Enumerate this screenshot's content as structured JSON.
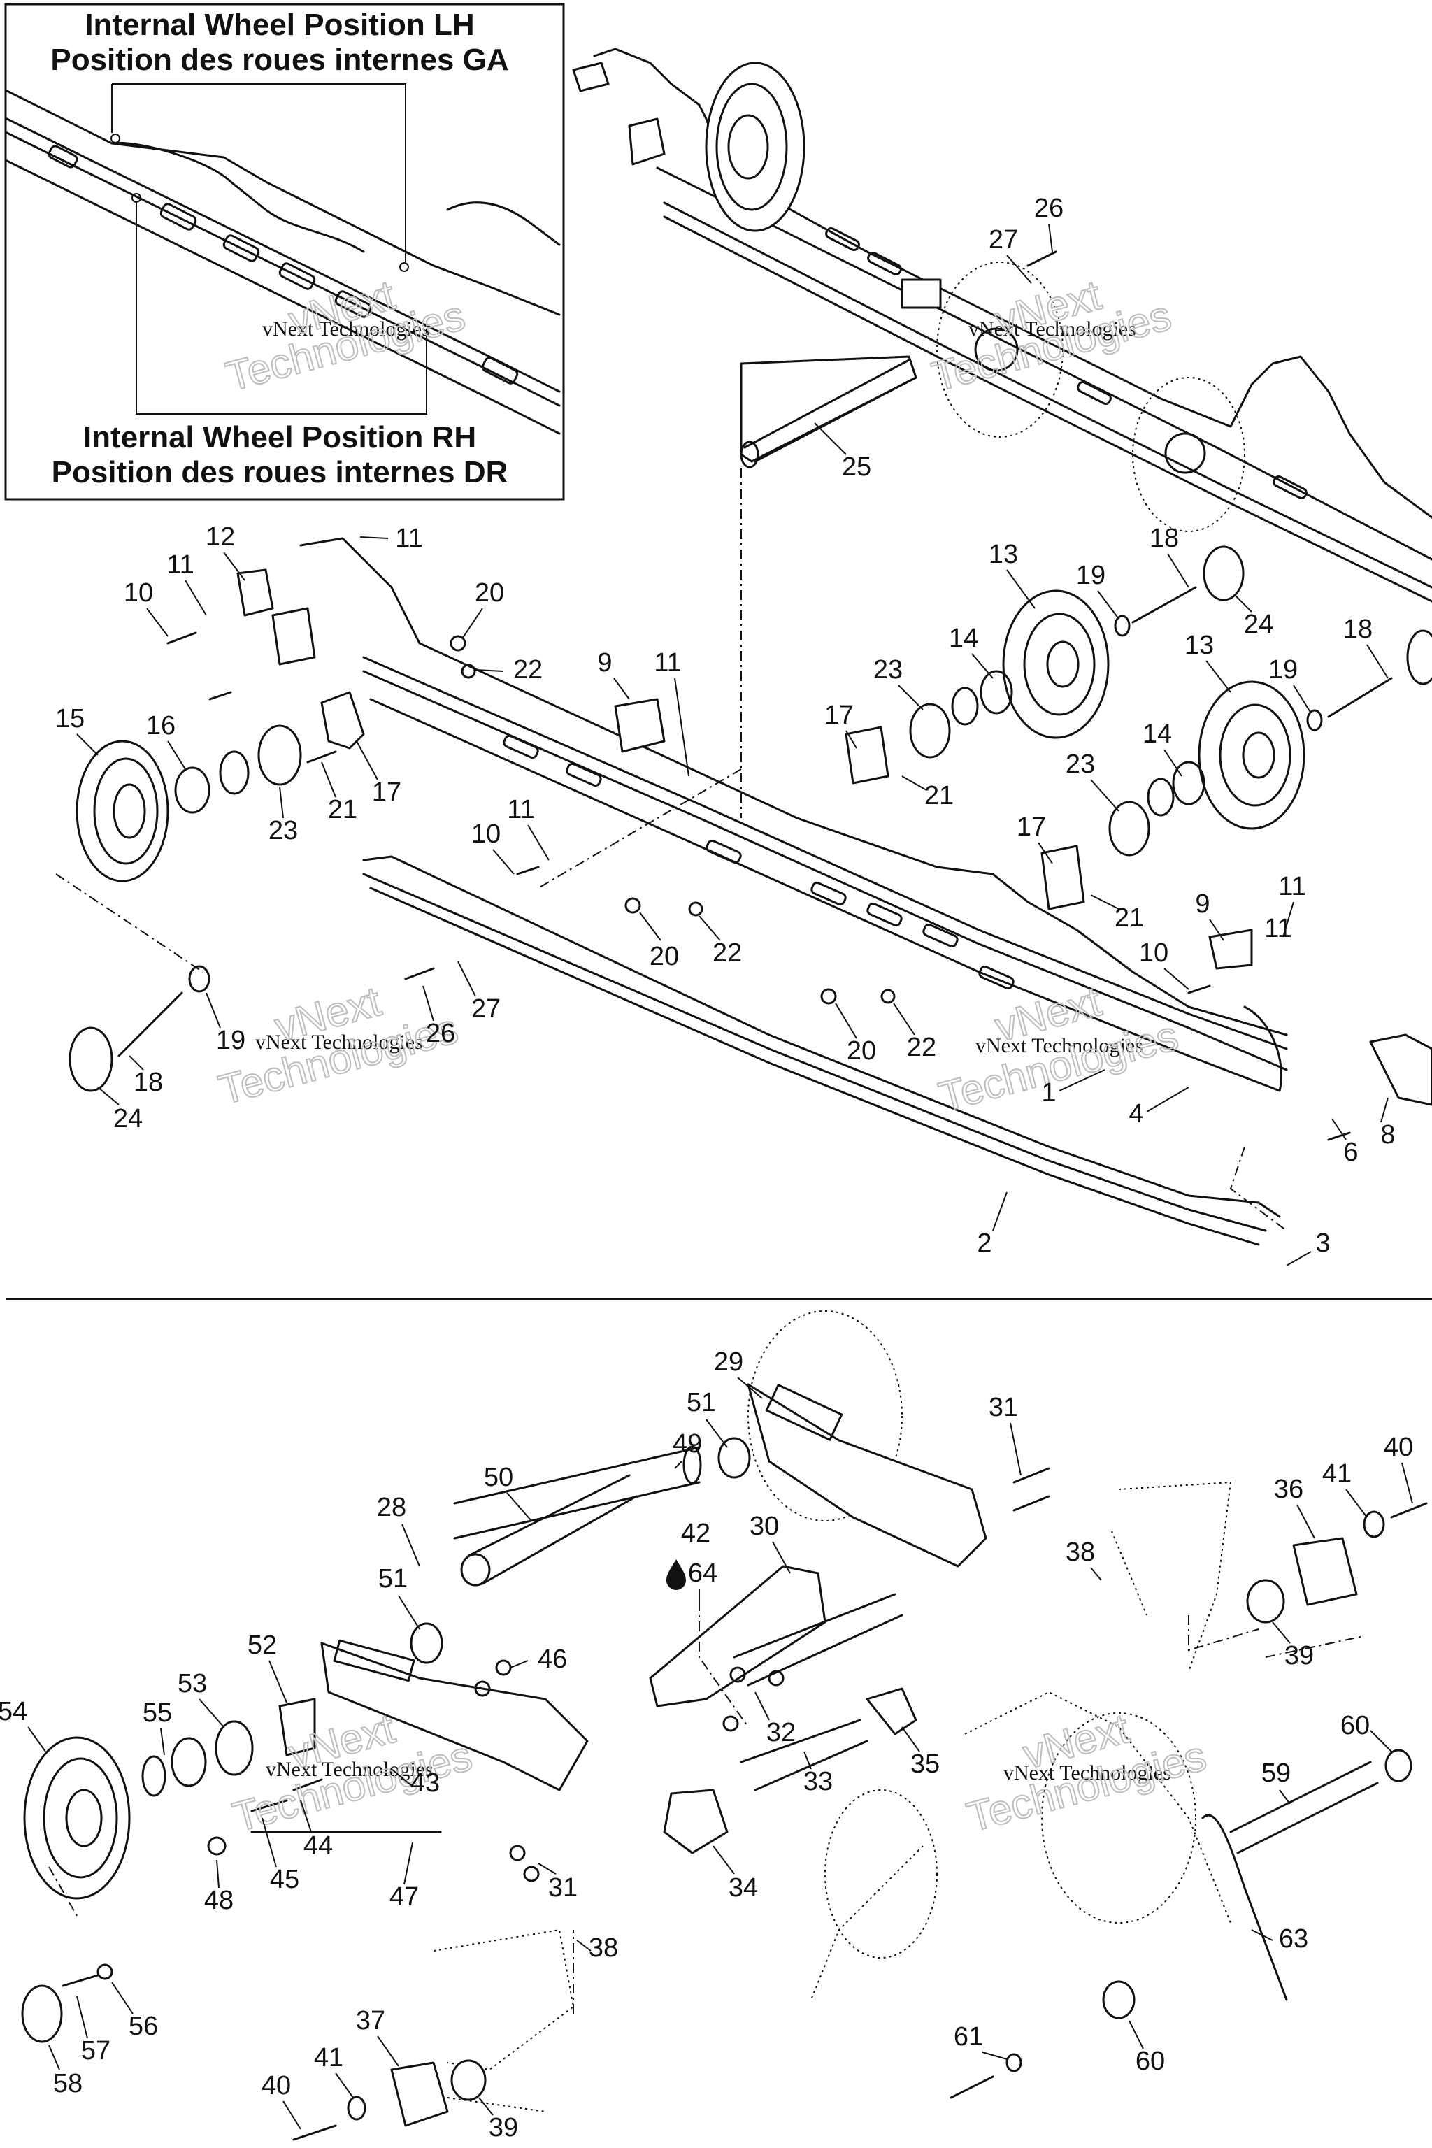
{
  "inset": {
    "title_lh_en": "Internal Wheel Position LH",
    "title_lh_fr": "Position des roues internes GA",
    "title_rh_en": "Internal Wheel Position RH",
    "title_rh_fr": "Position des roues internes DR"
  },
  "watermark": {
    "line1": "vNext Technologies",
    "outline1": "vNext",
    "outline2": "Technologies"
  },
  "callouts_top": {
    "c1": "1",
    "c2": "2",
    "c3": "3",
    "c4": "4",
    "c6": "6",
    "c8": "8",
    "c9a": "9",
    "c9b": "9",
    "c10a": "10",
    "c10b": "10",
    "c10c": "10",
    "c11a": "11",
    "c11b": "11",
    "c11c": "11",
    "c11d": "11",
    "c11e": "11",
    "c11f": "11",
    "c12": "12",
    "c13a": "13",
    "c13b": "13",
    "c14a": "14",
    "c14b": "14",
    "c15": "15",
    "c16": "16",
    "c17a": "17",
    "c17b": "17",
    "c17c": "17",
    "c18a": "18",
    "c18b": "18",
    "c18c": "18",
    "c19a": "19",
    "c19b": "19",
    "c19c": "19",
    "c20a": "20",
    "c20b": "20",
    "c20c": "20",
    "c21a": "21",
    "c21b": "21",
    "c21c": "21",
    "c22a": "22",
    "c22b": "22",
    "c22c": "22",
    "c23a": "23",
    "c23b": "23",
    "c23c": "23",
    "c24a": "24",
    "c24b": "24",
    "c25": "25",
    "c26a": "26",
    "c26b": "26",
    "c27a": "27",
    "c27b": "27"
  },
  "callouts_bottom": {
    "c28": "28",
    "c29": "29",
    "c30": "30",
    "c31a": "31",
    "c31b": "31",
    "c32": "32",
    "c33": "33",
    "c34": "34",
    "c35": "35",
    "c36": "36",
    "c37": "37",
    "c38a": "38",
    "c38b": "38",
    "c39a": "39",
    "c39b": "39",
    "c40a": "40",
    "c40b": "40",
    "c41a": "41",
    "c41b": "41",
    "c42": "42",
    "c43": "43",
    "c44": "44",
    "c45": "45",
    "c46": "46",
    "c47": "47",
    "c48": "48",
    "c49": "49",
    "c50": "50",
    "c51a": "51",
    "c51b": "51",
    "c52": "52",
    "c53": "53",
    "c54": "54",
    "c55": "55",
    "c56": "56",
    "c57": "57",
    "c58": "58",
    "c59": "59",
    "c60a": "60",
    "c60b": "60",
    "c61": "61",
    "c63": "63",
    "c64": "64"
  },
  "icons": {
    "lubricant": "oil-drop-icon"
  }
}
